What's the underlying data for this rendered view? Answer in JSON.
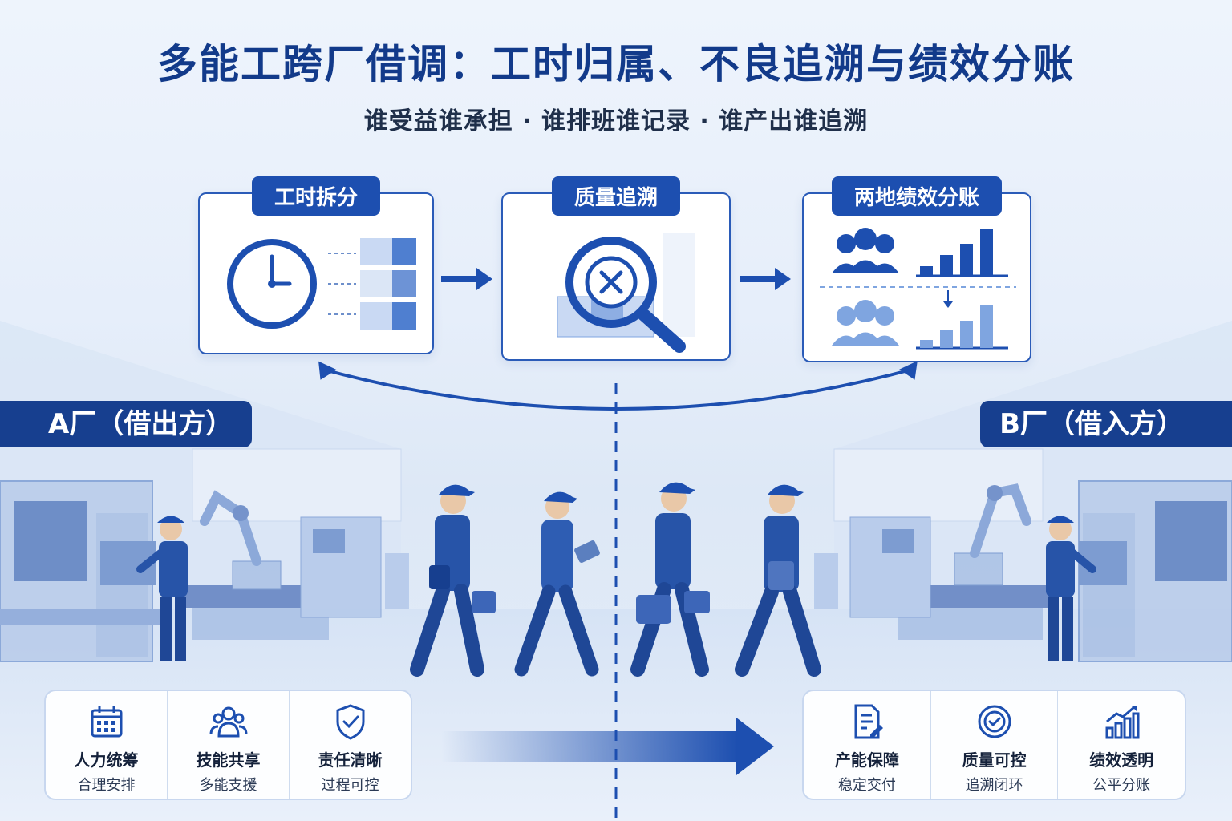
{
  "title": "多能工跨厂借调：工时归属、不良追溯与绩效分账",
  "subtitle": "谁受益谁承担 · 谁排班谁记录 · 谁产出谁追溯",
  "steps": [
    {
      "label": "工时拆分",
      "icon": "clock-split-icon"
    },
    {
      "label": "质量追溯",
      "icon": "magnifier-defect-icon"
    },
    {
      "label": "两地绩效分账",
      "icon": "team-performance-chart-icon"
    }
  ],
  "factories": {
    "a": {
      "label": "A厂（借出方）"
    },
    "b": {
      "label": "B厂（借入方）"
    }
  },
  "features_a": [
    {
      "title": "人力统筹",
      "sub": "合理安排",
      "icon": "calendar-icon"
    },
    {
      "title": "技能共享",
      "sub": "多能支援",
      "icon": "people-group-icon"
    },
    {
      "title": "责任清晰",
      "sub": "过程可控",
      "icon": "shield-check-icon"
    }
  ],
  "features_b": [
    {
      "title": "产能保障",
      "sub": "稳定交付",
      "icon": "document-edit-icon"
    },
    {
      "title": "质量可控",
      "sub": "追溯闭环",
      "icon": "quality-badge-icon"
    },
    {
      "title": "绩效透明",
      "sub": "公平分账",
      "icon": "growth-chart-icon"
    }
  ],
  "colors": {
    "primary": "#1d4fb0",
    "dark": "#173f8f",
    "light": "#7fa5e0",
    "pale": "#c9d9f3"
  }
}
